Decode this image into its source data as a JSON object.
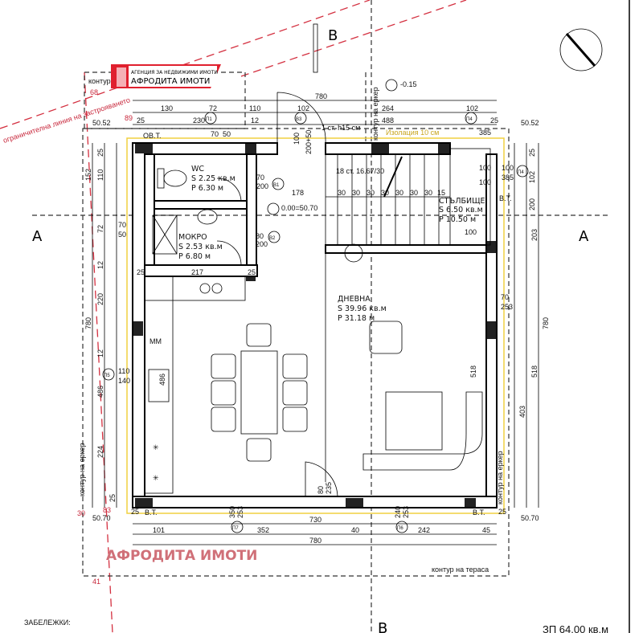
{
  "logo": {
    "line1": "АГЕНЦИЯ ЗА НЕДВИЖИМИ ИМОТИ",
    "line2": "АФРОДИТА ИМОТИ",
    "accent": "#e0202e"
  },
  "watermark": "АФРОДИТА ИМОТИ",
  "section_marks": {
    "a_left": "A",
    "a_right": "A",
    "b_top": "B",
    "b_bottom": "B"
  },
  "levels": {
    "entrance": "-0.15",
    "floor": "0.00=50.70",
    "corner_tl": "50.52",
    "corner_tr": "50.52",
    "corner_bl": "50.70",
    "corner_br": "50.70"
  },
  "notes": {
    "step": "1 ст. h15 см",
    "stairs": "18 ст. 16.67/30",
    "insulation": "Изолация 10 см",
    "bay_top": "контур на еркер",
    "bay_left": "контур на еркер",
    "bay_right": "контур на еркер",
    "terrace": "контур на тераса",
    "contour": "контур",
    "build_line": "ограничителна линия на застрояването",
    "remarks": "ЗАБЕЛЕЖКИ:",
    "area_total": "ЗП 64.00 кв.м",
    "vt": "В.Т.",
    "ovt": "ОВ.Т.",
    "mm": "ММ"
  },
  "rooms": [
    {
      "name": "WC",
      "area": "S 2.25 кв.м",
      "perimeter": "P 6.30 м"
    },
    {
      "name": "МОКРО",
      "area": "S 2.53 кв.м",
      "perimeter": "P 6.80 м"
    },
    {
      "name": "СТЪЛБИЩЕ",
      "area": "S 6.50 кв.м",
      "perimeter": "P 10.50 м"
    },
    {
      "name": "ДНЕВНА",
      "area": "S 39.96 кв.м",
      "perimeter": "P 31.18 м"
    }
  ],
  "openings": [
    "П1",
    "В3",
    "П4",
    "В1",
    "В2",
    "П5",
    "П7",
    "П6",
    "П4"
  ],
  "dims_top": [
    "780",
    "130",
    "72",
    "110",
    "102",
    "264",
    "230",
    "12",
    "488",
    "25",
    "25",
    "102",
    "70",
    "50",
    "100",
    "200+50",
    "385",
    "100"
  ],
  "dims_inner": [
    "70",
    "200",
    "178",
    "80",
    "200",
    "30",
    "30",
    "30",
    "30",
    "30",
    "30",
    "30",
    "15",
    "25",
    "217",
    "25",
    "100",
    "100"
  ],
  "dims_left": [
    "25",
    "152",
    "110",
    "72",
    "12",
    "220",
    "780",
    "12",
    "486",
    "224",
    "25",
    "70",
    "50",
    "110",
    "140",
    "486"
  ],
  "dims_right": [
    "25",
    "102",
    "200",
    "203",
    "780",
    "70",
    "253",
    "518",
    "403",
    "518",
    "100",
    "385"
  ],
  "dims_bottom": [
    "730",
    "101",
    "352",
    "40",
    "242",
    "45",
    "780",
    "350",
    "253",
    "240",
    "253",
    "80",
    "235",
    "25",
    "25"
  ],
  "red_dims": [
    "30",
    "83",
    "41",
    "68",
    "89"
  ]
}
